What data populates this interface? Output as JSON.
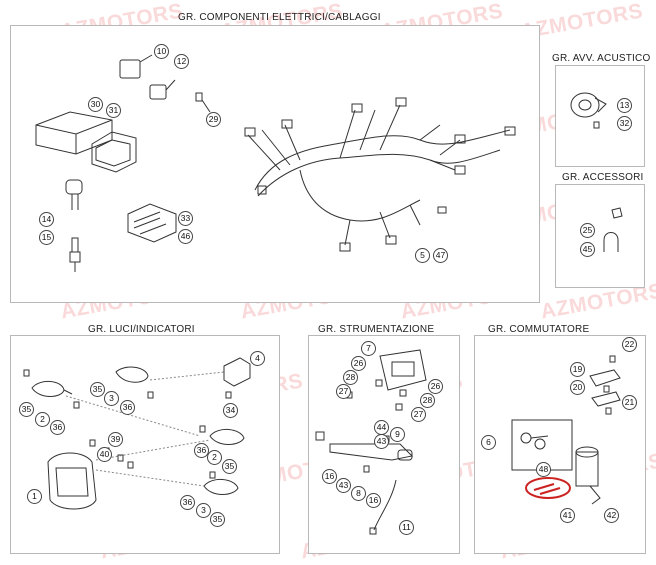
{
  "watermark": "AZMOTORS",
  "panels": {
    "electrical": {
      "title": "GR. COMPONENTI ELETTRICI/CABLAGGI",
      "callouts": [
        "10",
        "12",
        "29",
        "30",
        "31",
        "14",
        "15",
        "33",
        "46",
        "5",
        "47"
      ]
    },
    "horn": {
      "title": "GR. AVV. ACUSTICO",
      "callouts": [
        "13",
        "32"
      ]
    },
    "accessories": {
      "title": "GR. ACCESSORI",
      "callouts": [
        "25",
        "45"
      ]
    },
    "lights": {
      "title": "GR. LUCI/INDICATORI",
      "callouts": [
        "4",
        "35",
        "3",
        "36",
        "35",
        "2",
        "36",
        "39",
        "40",
        "34",
        "36",
        "2",
        "35",
        "1",
        "36",
        "3",
        "35"
      ]
    },
    "instruments": {
      "title": "GR. STRUMENTAZIONE",
      "callouts": [
        "7",
        "26",
        "28",
        "27",
        "26",
        "28",
        "27",
        "44",
        "43",
        "9",
        "16",
        "43",
        "8",
        "16",
        "11"
      ]
    },
    "switches": {
      "title": "GR. COMMUTATORE",
      "callouts": [
        "22",
        "19",
        "20",
        "21",
        "6",
        "48",
        "41",
        "42"
      ]
    }
  },
  "colors": {
    "watermark": "#eb7878",
    "border": "#b8b8b8",
    "line": "#333333",
    "logo": "#cc2222"
  }
}
